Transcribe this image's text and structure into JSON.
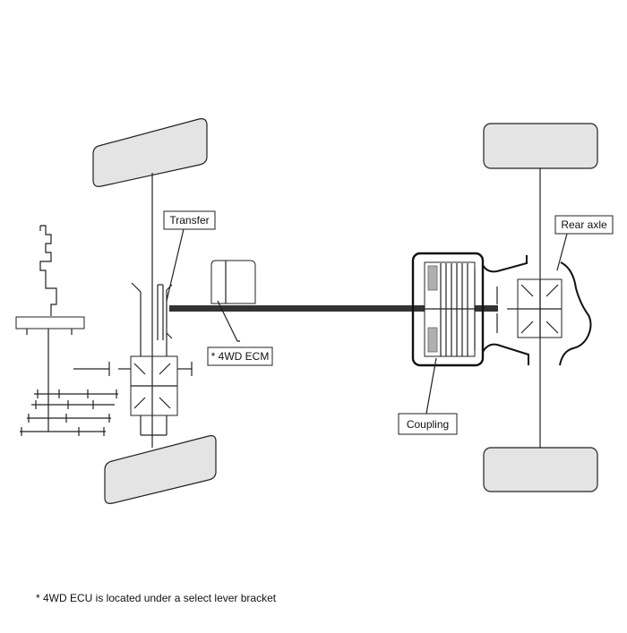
{
  "labels": {
    "transfer": "Transfer",
    "ecm": "* 4WD ECM",
    "rear_axle": "Rear axle",
    "coupling": "Coupling"
  },
  "footnote": "* 4WD ECU is located under a select lever bracket"
}
